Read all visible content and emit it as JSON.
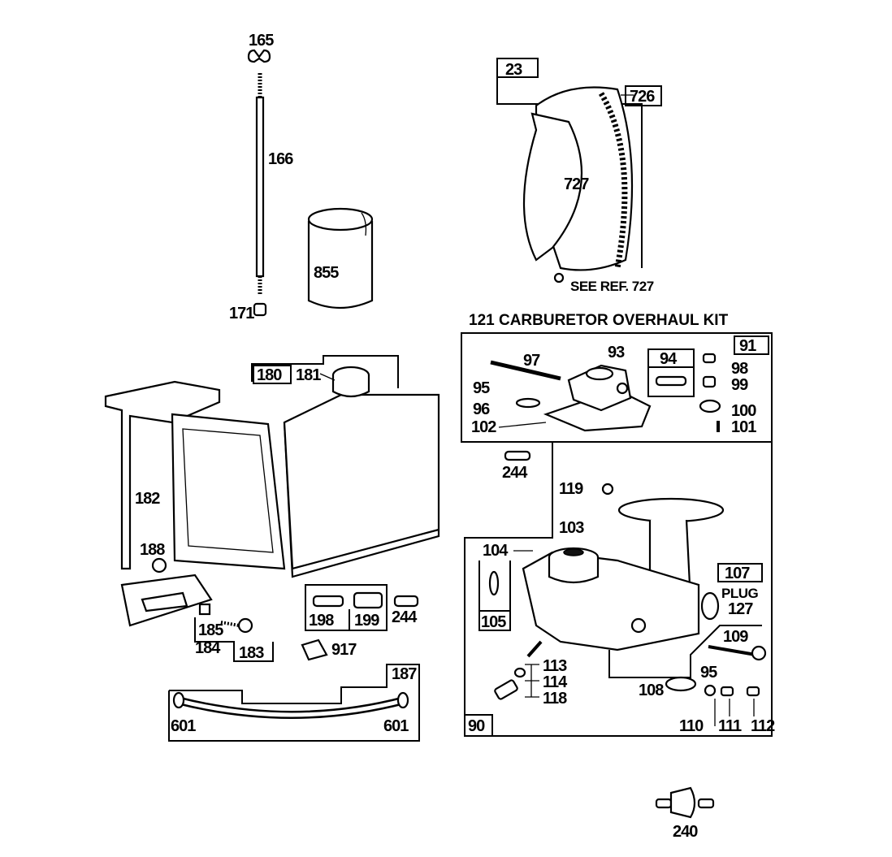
{
  "title": "121 CARBURETOR OVERHAUL KIT",
  "note": "SEE REF. 727",
  "plug_label": "PLUG",
  "parts": {
    "p165": "165",
    "p166": "166",
    "p171": "171",
    "p855": "855",
    "p23": "23",
    "p726": "726",
    "p727": "727",
    "p180": "180",
    "p181": "181",
    "p182": "182",
    "p188": "188",
    "p185": "185",
    "p184": "184",
    "p183": "183",
    "p917": "917",
    "p198": "198",
    "p199": "199",
    "p244a": "244",
    "p244b": "244",
    "p187": "187",
    "p601a": "601",
    "p601b": "601",
    "p91": "91",
    "p93": "93",
    "p94": "94",
    "p95a": "95",
    "p95b": "95",
    "p96": "96",
    "p97": "97",
    "p98": "98",
    "p99": "99",
    "p100": "100",
    "p101": "101",
    "p102": "102",
    "p103": "103",
    "p104": "104",
    "p105": "105",
    "p107": "107",
    "p108": "108",
    "p109": "109",
    "p110": "110",
    "p111": "111",
    "p112": "112",
    "p113": "113",
    "p114": "114",
    "p118": "118",
    "p119": "119",
    "p127": "127",
    "p90": "90",
    "p240": "240"
  }
}
